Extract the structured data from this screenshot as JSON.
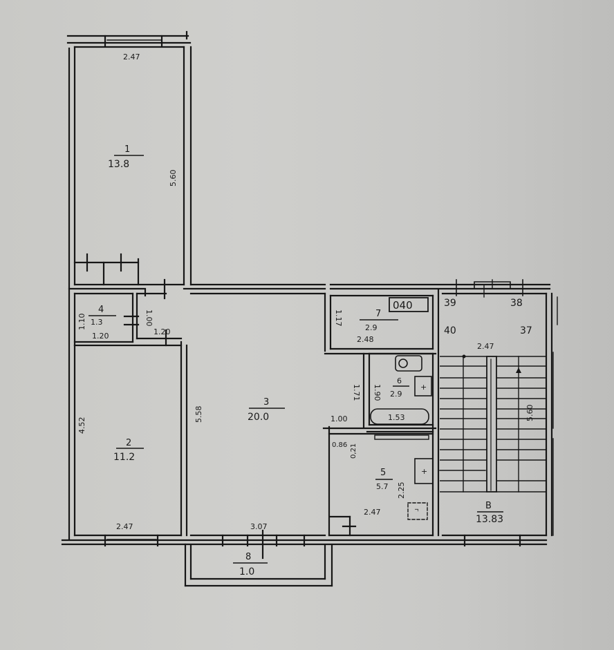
{
  "plan": {
    "rooms": [
      {
        "id": "1",
        "number": "1",
        "area": "13.8",
        "width": "2.47",
        "length": "5.60"
      },
      {
        "id": "2",
        "number": "2",
        "area": "11.2",
        "width": "2.47",
        "length": "4.52"
      },
      {
        "id": "3",
        "number": "3",
        "area": "20.0",
        "width": "3.07",
        "length": "5.58"
      },
      {
        "id": "4",
        "number": "4",
        "area": "1.3",
        "width": "1.20",
        "length": "1.10"
      },
      {
        "id": "5",
        "number": "5",
        "area": "5.7",
        "width": "2.47",
        "length": "2.25"
      },
      {
        "id": "6",
        "number": "6",
        "area": "2.9",
        "width": "1.53",
        "length": "1.90"
      },
      {
        "id": "7",
        "number": "7",
        "area": "2.9",
        "width": "2.48",
        "length": "1.17"
      },
      {
        "id": "8",
        "number": "8",
        "area": "1.0"
      },
      {
        "id": "B",
        "number": "B",
        "area": "13.83",
        "width": "2.47",
        "length": "5.60"
      }
    ],
    "extra_dims": {
      "hall_door": "1.00",
      "hall_width": "1.20",
      "corridor_1_71": "1.71",
      "corridor_1_00": "1.00",
      "kitchen_086": "0.86",
      "kitchen_021": "0,21",
      "bath_tub": "1.53"
    },
    "stamp": "040",
    "apartment_numbers": [
      "39",
      "38",
      "40",
      "37"
    ],
    "stove_label": "г"
  }
}
